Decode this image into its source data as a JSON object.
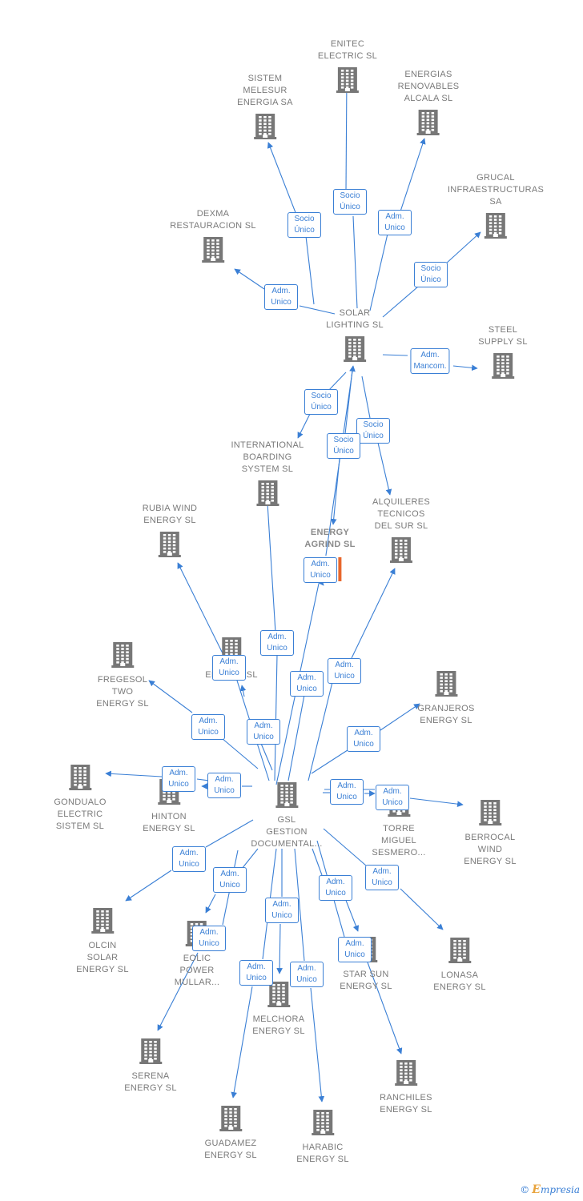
{
  "colors": {
    "edge": "#3a7fd5",
    "node_icon": "#777777",
    "focus_icon": "#e8672c"
  },
  "brand": {
    "copyright": "©",
    "initial": "E",
    "rest": "mpresia"
  },
  "nodes": [
    {
      "id": "enitec",
      "label": "ENITEC\nELECTRIC  SL"
    },
    {
      "id": "sistem",
      "label": "SISTEM\nMELESUR\nENERGIA SA"
    },
    {
      "id": "energias",
      "label": "ENERGIAS\nRENOVABLES\nALCALA  SL"
    },
    {
      "id": "grucal",
      "label": "GRUCAL\nINFRAESTRUCTURAS SA"
    },
    {
      "id": "dexma",
      "label": "DEXMA\nRESTAURACION SL"
    },
    {
      "id": "solar",
      "label": "SOLAR\nLIGHTING SL"
    },
    {
      "id": "steel",
      "label": "STEEL\nSUPPLY  SL"
    },
    {
      "id": "intl",
      "label": "INTERNATIONAL\nBOARDING\nSYSTEM  SL"
    },
    {
      "id": "alquileres",
      "label": "ALQUILERES\nTECNICOS\nDEL SUR SL"
    },
    {
      "id": "rubia",
      "label": "RUBIA WIND\nENERGY  SL"
    },
    {
      "id": "agrind",
      "label": "ENERGY\nAGRIND  SL"
    },
    {
      "id": "fregesol",
      "label": "FREGESOL\nTWO\nENERGY  SL"
    },
    {
      "id": "xenergy",
      "label": "ENERGY  SL"
    },
    {
      "id": "granjeros",
      "label": "GRANJEROS\nENERGY  SL"
    },
    {
      "id": "gondualo",
      "label": "GONDUALO\nELECTRIC\nSISTEM  SL"
    },
    {
      "id": "hinton",
      "label": "HINTON\nENERGY  SL"
    },
    {
      "id": "gsl",
      "label": "GSL\nGESTION\nDOCUMENTAL..."
    },
    {
      "id": "torre",
      "label": "TORRE\nMIGUEL\nSESMERO..."
    },
    {
      "id": "berrocal",
      "label": "BERROCAL\nWIND\nENERGY  SL"
    },
    {
      "id": "olcin",
      "label": "OLCIN\nSOLAR\nENERGY  SL"
    },
    {
      "id": "eolic",
      "label": "EOLIC\nPOWER\nMULLAR..."
    },
    {
      "id": "starsun",
      "label": "STAR SUN\nENERGY  SL"
    },
    {
      "id": "lonasa",
      "label": "LONASA\nENERGY  SL"
    },
    {
      "id": "melchora",
      "label": "MELCHORA\nENERGY  SL"
    },
    {
      "id": "serena",
      "label": "SERENA\nENERGY  SL"
    },
    {
      "id": "ranchiles",
      "label": "RANCHILES\nENERGY  SL"
    },
    {
      "id": "guadamez",
      "label": "GUADAMEZ\nENERGY  SL"
    },
    {
      "id": "harabic",
      "label": "HARABIC\nENERGY  SL"
    }
  ],
  "relations": [
    {
      "id": "r1",
      "label": "Socio\nÚnico"
    },
    {
      "id": "r2",
      "label": "Socio\nÚnico"
    },
    {
      "id": "r3",
      "label": "Adm.\nUnico"
    },
    {
      "id": "r4",
      "label": "Socio\nÚnico"
    },
    {
      "id": "r5",
      "label": "Adm.\nUnico"
    },
    {
      "id": "r6",
      "label": "Adm.\nMancom."
    },
    {
      "id": "r7",
      "label": "Socio\nÚnico"
    },
    {
      "id": "r8",
      "label": "Socio\nÚnico"
    },
    {
      "id": "r9",
      "label": "Socio\nÚnico"
    },
    {
      "id": "r10",
      "label": "Adm.\nUnico"
    },
    {
      "id": "r11",
      "label": "Adm.\nUnico"
    },
    {
      "id": "r12",
      "label": "Adm.\nUnico"
    },
    {
      "id": "r13",
      "label": "Adm.\nUnico"
    },
    {
      "id": "r14",
      "label": "Adm.\nUnico"
    },
    {
      "id": "r15",
      "label": "Adm.\nUnico"
    },
    {
      "id": "r16",
      "label": "Adm.\nUnico"
    },
    {
      "id": "r17",
      "label": "Adm.\nUnico"
    },
    {
      "id": "r18",
      "label": "Adm.\nUnico"
    },
    {
      "id": "r19",
      "label": "Adm.\nUnico"
    },
    {
      "id": "r20",
      "label": "Adm.\nUnico"
    },
    {
      "id": "r21",
      "label": "Adm.\nUnico"
    },
    {
      "id": "r22",
      "label": "Adm.\nUnico"
    },
    {
      "id": "r23",
      "label": "Adm.\nUnico"
    },
    {
      "id": "r24",
      "label": "Adm.\nUnico"
    },
    {
      "id": "r25",
      "label": "Adm.\nUnico"
    },
    {
      "id": "r26",
      "label": "Adm.\nUnico"
    },
    {
      "id": "r27",
      "label": "Adm.\nUnico"
    },
    {
      "id": "r28",
      "label": "Adm.\nUnico"
    },
    {
      "id": "r29",
      "label": "Adm.\nUnico"
    },
    {
      "id": "r30",
      "label": "Adm.\nUnico"
    }
  ]
}
